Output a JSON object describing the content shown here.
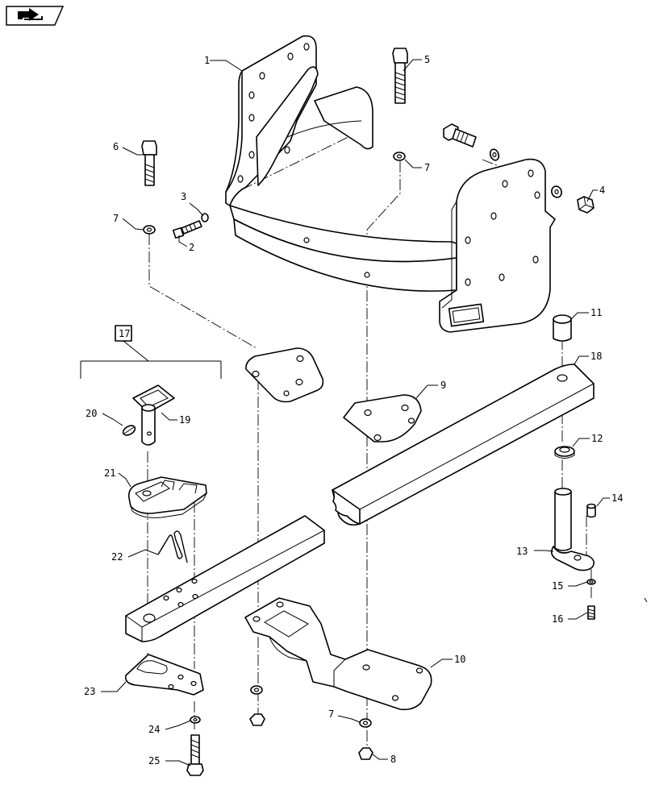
{
  "diagram": {
    "group_label": "17",
    "callouts": {
      "c1": "1",
      "c2": "2",
      "c3": "3",
      "c4": "4",
      "c5": "5",
      "c6": "6",
      "c7a": "7",
      "c7b": "7",
      "c7c": "7",
      "c8": "8",
      "c9": "9",
      "c10": "10",
      "c11": "11",
      "c12": "12",
      "c13": "13",
      "c14": "14",
      "c15": "15",
      "c16": "16",
      "c18": "18",
      "c19": "19",
      "c20": "20",
      "c21": "21",
      "c22": "22",
      "c23": "23",
      "c24": "24",
      "c25": "25"
    }
  },
  "icons": {
    "corner_icon": "arrow-to-page-icon"
  }
}
